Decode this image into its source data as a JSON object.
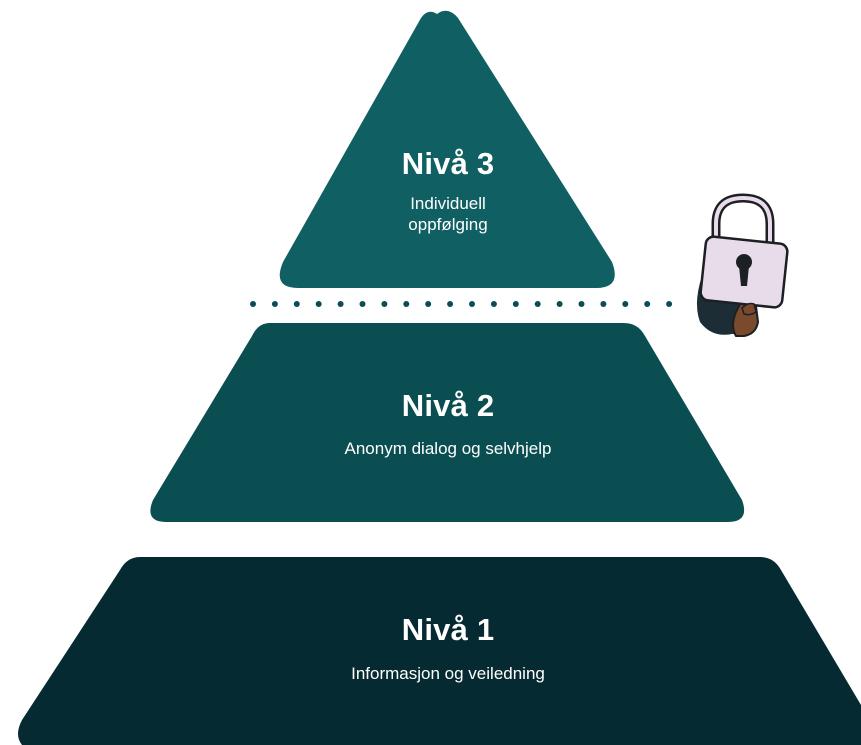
{
  "levels": [
    {
      "id": "level-3",
      "title": "Nivå 3",
      "subtitle": "Individuell oppfølging",
      "color": "#0f5f63"
    },
    {
      "id": "level-2",
      "title": "Nivå 2",
      "subtitle": "Anonym dialog og selvhjelp",
      "color": "#0b4e52"
    },
    {
      "id": "level-1",
      "title": "Nivå 1",
      "subtitle": "Informasjon og veiledning",
      "color": "#062a31"
    }
  ],
  "divider": {
    "style": "dotted",
    "color": "#0b4e52"
  },
  "lock": {
    "icon": "padlock-icon",
    "body_color": "#e9dcea",
    "outline_color": "#1c1f24",
    "hand_color": "#7a4a2c"
  }
}
